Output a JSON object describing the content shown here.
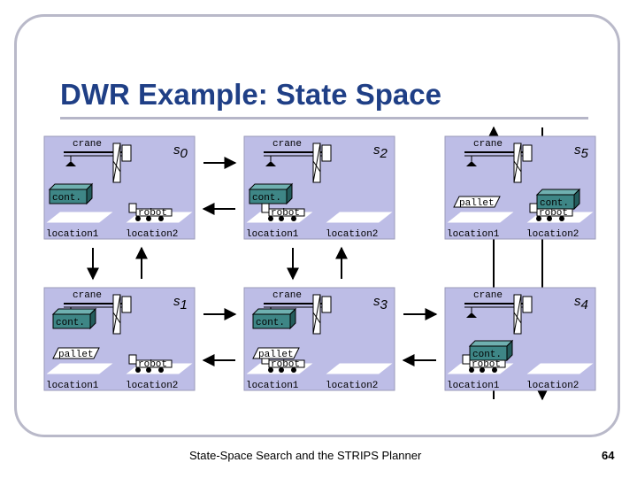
{
  "slide": {
    "title": "DWR Example: State Space",
    "footer": "State-Space Search and the STRIPS Planner",
    "page_number": "64"
  },
  "colors": {
    "title": "#1f3f86",
    "panel_fill": "#bdbde6",
    "container_fill": "#3e8686",
    "frame": "#b9b9c9"
  },
  "labels": {
    "crane": "crane",
    "container": "cont.",
    "pallet": "pallet",
    "robot": "robot",
    "location1": "location1",
    "location2": "location2"
  },
  "states": [
    {
      "id": "s0",
      "base": "s",
      "sub": "0",
      "crane_holding": false,
      "container_at": "location1",
      "container_on": "pallet",
      "robot_at": "location2"
    },
    {
      "id": "s1",
      "base": "s",
      "sub": "1",
      "crane_holding": true,
      "container_at": "crane",
      "container_on": "crane",
      "robot_at": "location2"
    },
    {
      "id": "s2",
      "base": "s",
      "sub": "2",
      "crane_holding": false,
      "container_at": "location1",
      "container_on": "pallet",
      "robot_at": "location1"
    },
    {
      "id": "s3",
      "base": "s",
      "sub": "3",
      "crane_holding": true,
      "container_at": "crane",
      "container_on": "crane",
      "robot_at": "location1"
    },
    {
      "id": "s5",
      "base": "s",
      "sub": "5",
      "crane_holding": false,
      "container_at": "location2",
      "container_on": "robot",
      "robot_at": "location2"
    },
    {
      "id": "s4",
      "base": "s",
      "sub": "4",
      "crane_holding": false,
      "container_at": "location1",
      "container_on": "robot",
      "robot_at": "location1"
    }
  ],
  "transitions": [
    {
      "from": "s0",
      "to": "s2",
      "bidirectional": true
    },
    {
      "from": "s0",
      "to": "s1",
      "bidirectional": true
    },
    {
      "from": "s1",
      "to": "s3",
      "bidirectional": true
    },
    {
      "from": "s2",
      "to": "s3",
      "bidirectional": true
    },
    {
      "from": "s3",
      "to": "s4",
      "bidirectional": true
    },
    {
      "from": "s4",
      "to": "s5",
      "bidirectional": true
    }
  ]
}
